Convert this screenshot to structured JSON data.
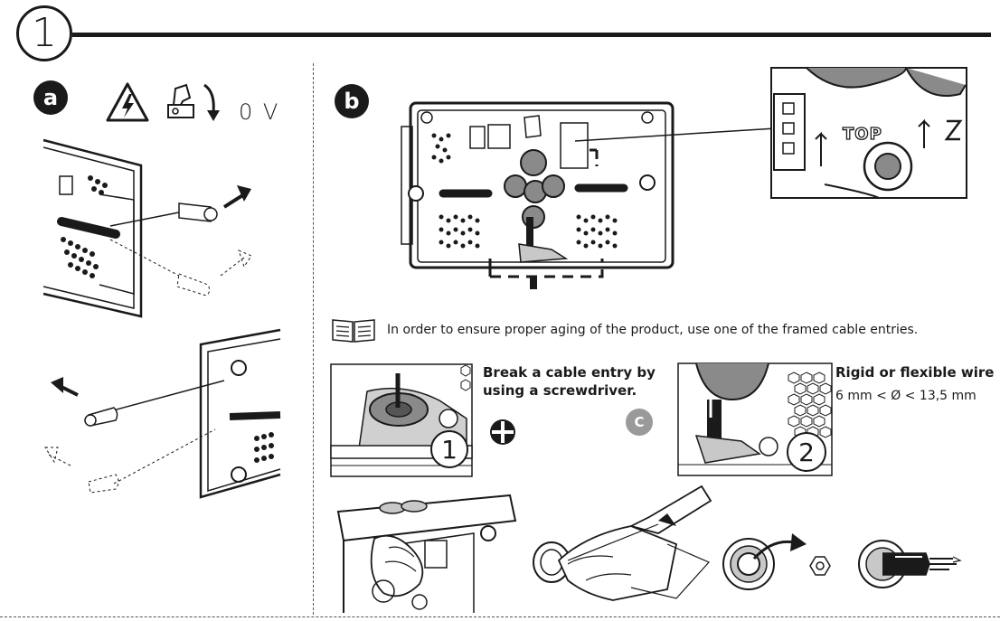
{
  "step": {
    "number": "1"
  },
  "section_a": {
    "badge": "a",
    "voltage": "0 V"
  },
  "section_b": {
    "badge": "b"
  },
  "note": {
    "text": "In order to ensure proper aging of the product, use one of the framed cable entries."
  },
  "step1": {
    "label_line1": "Break a cable entry by",
    "label_line2": "using a screwdriver.",
    "number": "1"
  },
  "option_c": {
    "badge": "C"
  },
  "step2": {
    "label_line1": "Rigid or flexible wire",
    "label_line2": "6 mm < Ø < 13,5 mm",
    "number": "2"
  },
  "detail": {
    "top_label": "TOP"
  },
  "colors": {
    "ink": "#1a1a1a",
    "grey_badge": "#9a9a9a"
  }
}
